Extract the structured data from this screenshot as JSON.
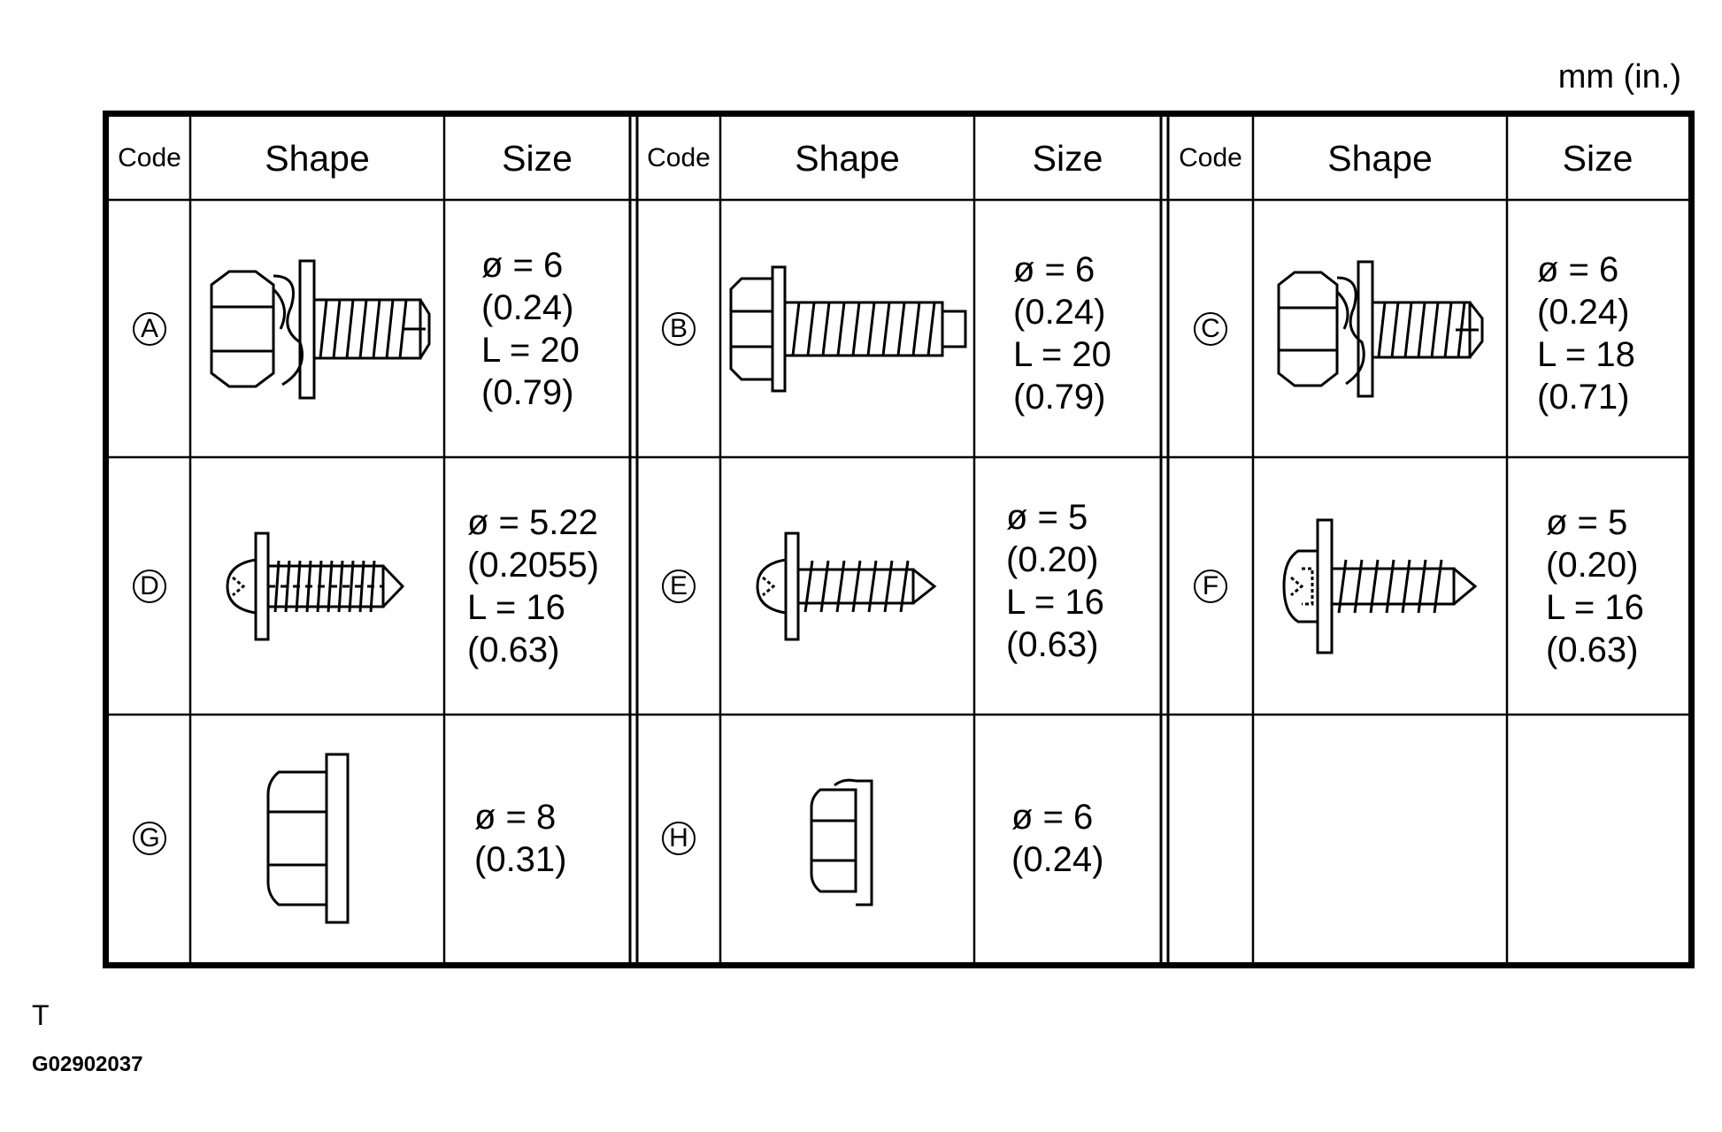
{
  "unit_label": "mm (in.)",
  "headers": {
    "code": "Code",
    "shape": "Shape",
    "size": "Size"
  },
  "items": [
    {
      "code": "A",
      "shape_icon": "hex-bolt-with-spring-washer-icon",
      "size_lines": [
        "ø = 6",
        "(0.24)",
        "L = 20",
        "(0.79)"
      ]
    },
    {
      "code": "B",
      "shape_icon": "flange-hex-bolt-icon",
      "size_lines": [
        "ø = 6",
        "(0.24)",
        "L = 20",
        "(0.79)"
      ]
    },
    {
      "code": "C",
      "shape_icon": "hex-bolt-with-spring-washer-icon",
      "size_lines": [
        "ø = 6",
        "(0.24)",
        "L = 18",
        "(0.71)"
      ]
    },
    {
      "code": "D",
      "shape_icon": "pan-head-tapping-screw-icon",
      "size_lines": [
        "ø = 5.22",
        "(0.2055)",
        "L = 16",
        "(0.63)"
      ]
    },
    {
      "code": "E",
      "shape_icon": "pan-head-tapping-screw-icon",
      "size_lines": [
        "ø = 5",
        "(0.20)",
        "L = 16",
        "(0.63)"
      ]
    },
    {
      "code": "F",
      "shape_icon": "hex-washer-head-tapping-screw-icon",
      "size_lines": [
        "ø = 5",
        "(0.20)",
        "L = 16",
        "(0.63)"
      ]
    },
    {
      "code": "G",
      "shape_icon": "flange-nut-icon",
      "size_lines": [
        "ø = 8",
        "(0.31)"
      ]
    },
    {
      "code": "H",
      "shape_icon": "flange-nut-icon",
      "size_lines": [
        "ø = 6",
        "(0.24)"
      ]
    }
  ],
  "footer": {
    "mark": "T",
    "figure_id": "G02902037"
  }
}
